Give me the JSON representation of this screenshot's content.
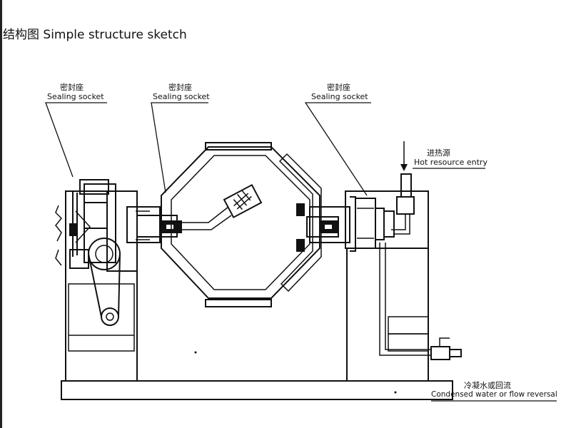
{
  "title": "结构图 Simple structure sketch",
  "labels": {
    "seal_left_cn": "密封座",
    "seal_left_en": "Sealing socket",
    "seal_mid_cn": "密封座",
    "seal_mid_en": "Sealing socket",
    "seal_right_cn": "密封座",
    "seal_right_en": "Sealing socket",
    "hot_cn": "进热源",
    "hot_en": "Hot resource entry",
    "cond_cn": "冷凝水或回流",
    "cond_en": "Condensed water or flow reversal"
  }
}
